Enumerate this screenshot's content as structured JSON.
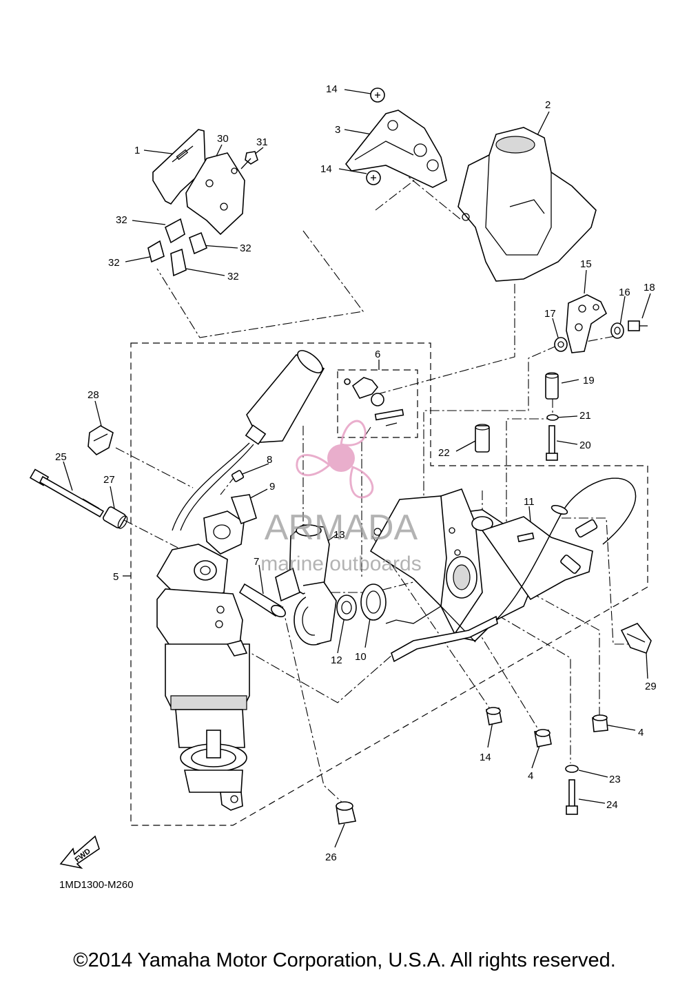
{
  "diagram": {
    "callouts": {
      "c1": "1",
      "c2": "2",
      "c3": "3",
      "c4a": "4",
      "c4b": "4",
      "c5": "5",
      "c6": "6",
      "c7": "7",
      "c8": "8",
      "c9": "9",
      "c10": "10",
      "c11": "11",
      "c12": "12",
      "c13": "13",
      "c14a": "14",
      "c14b": "14",
      "c14c": "14",
      "c15": "15",
      "c16": "16",
      "c17": "17",
      "c18": "18",
      "c19": "19",
      "c20": "20",
      "c21": "21",
      "c22": "22",
      "c23": "23",
      "c24": "24",
      "c25": "25",
      "c26": "26",
      "c27": "27",
      "c28": "28",
      "c29": "29",
      "c30": "30",
      "c31": "31",
      "c32a": "32",
      "c32b": "32",
      "c32c": "32",
      "c32d": "32"
    },
    "fwd_label": "FWD",
    "diagram_code": "1MD1300-M260"
  },
  "watermark": {
    "brand": "ARMADA",
    "tagline": "marine outboards",
    "color": "#e6a0c4"
  },
  "footer": {
    "copyright": "©2014 Yamaha Motor Corporation, U.S.A. All rights reserved."
  }
}
